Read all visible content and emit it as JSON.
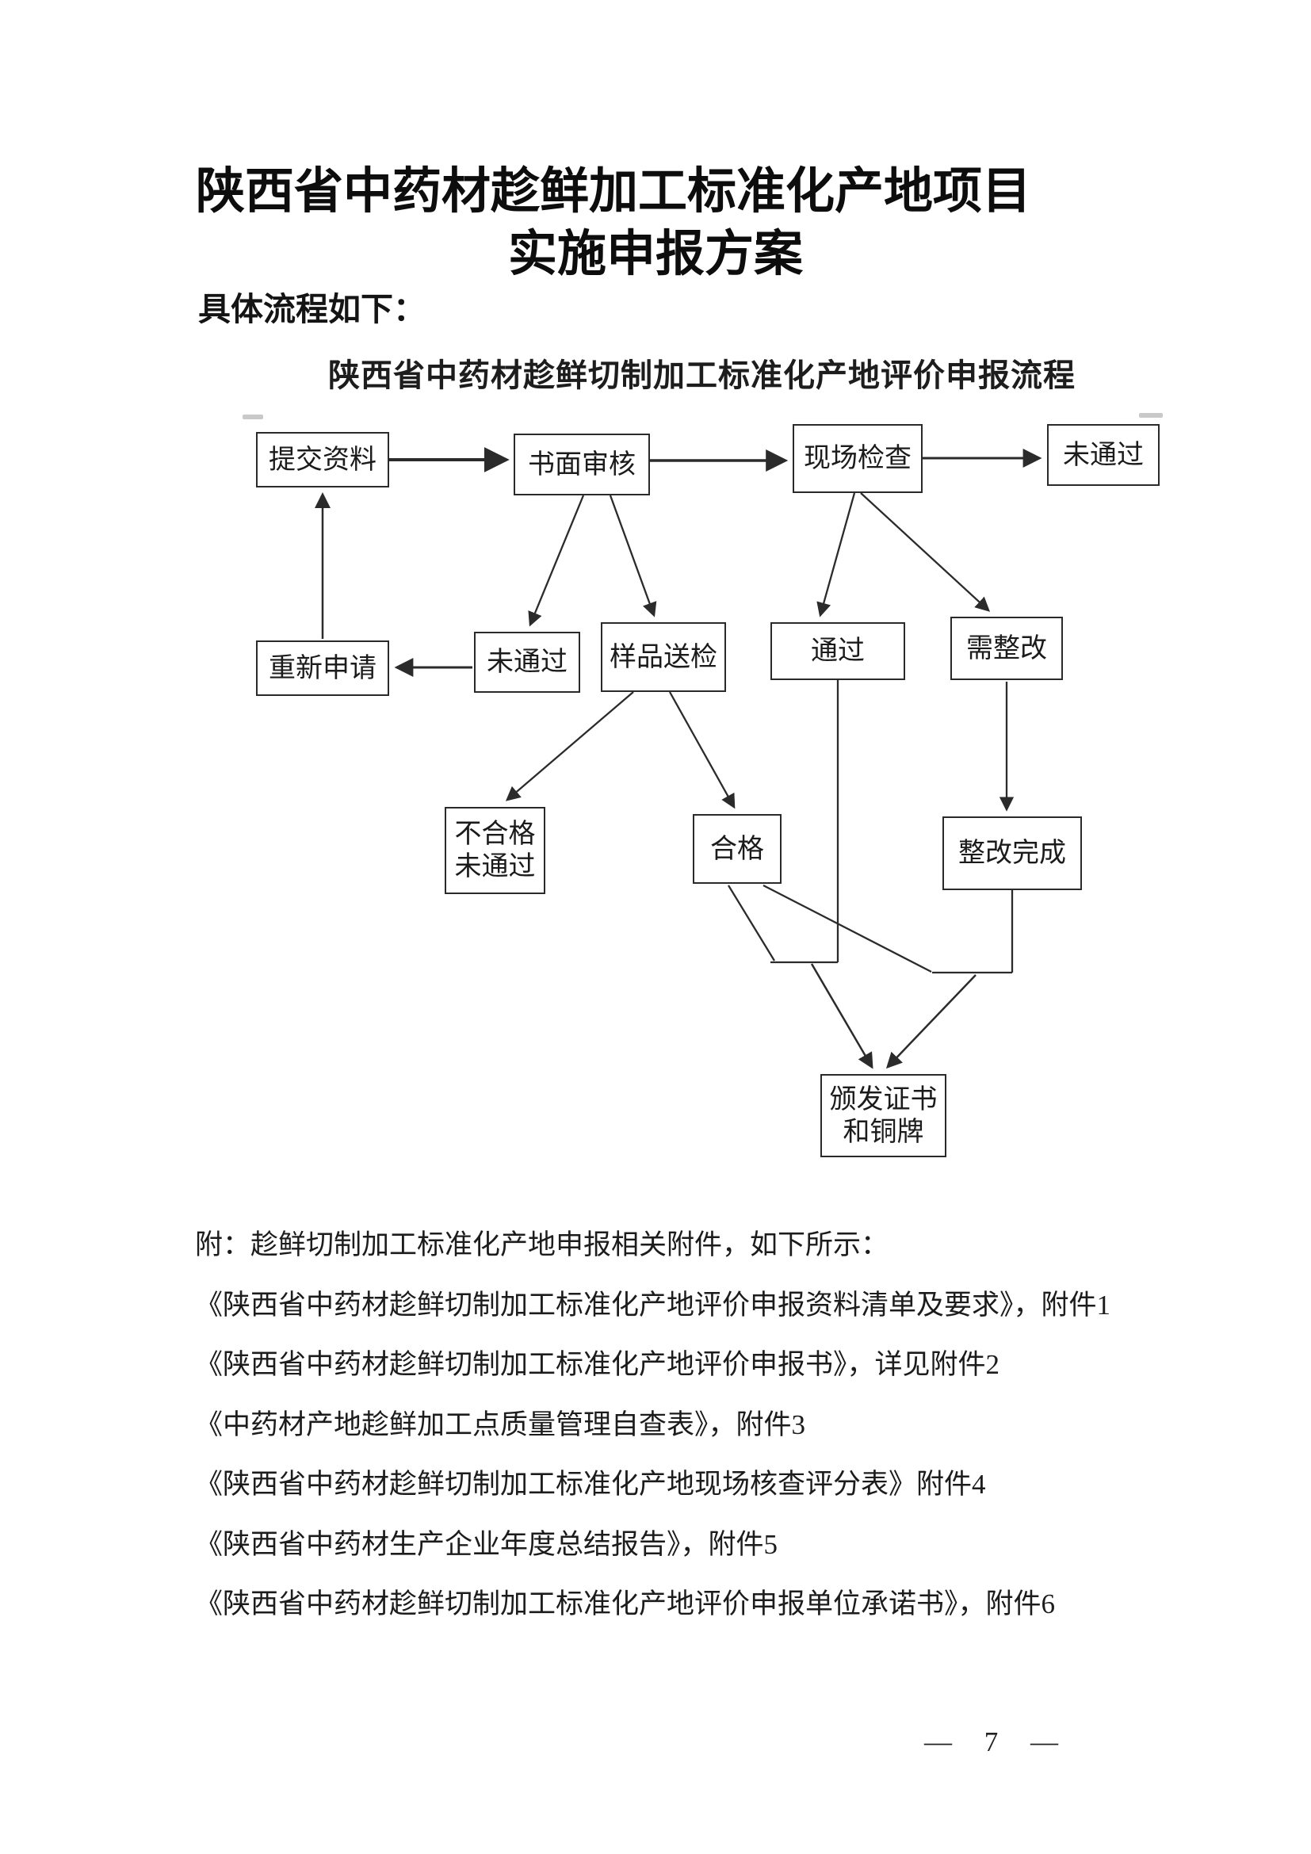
{
  "doc": {
    "title_line1": "陕西省中药材趁鲜加工标准化产地项目",
    "title_line2": "实施申报方案",
    "section_heading": "具体流程如下：",
    "page_number": "— 7 —"
  },
  "flowchart": {
    "title": "陕西省中药材趁鲜切制加工标准化产地评价申报流程",
    "nodes": {
      "submit": "提交资料",
      "written_review": "书面审核",
      "site_inspection": "现场检查",
      "not_passed_final": "未通过",
      "reapply": "重新申请",
      "not_passed_review": "未通过",
      "sample_testing": "样品送检",
      "passed": "通过",
      "needs_rectification": "需整改",
      "unqualified": "不合格\n未通过",
      "qualified": "合格",
      "rectification_complete": "整改完成",
      "issue_certificate": "颁发证书\n和铜牌"
    },
    "edges": [
      {
        "from": "提交资料",
        "to": "书面审核"
      },
      {
        "from": "书面审核",
        "to": "现场检查"
      },
      {
        "from": "现场检查",
        "to": "未通过"
      },
      {
        "from": "书面审核",
        "to": "未通过（书面审核不通过）"
      },
      {
        "from": "书面审核",
        "to": "样品送检"
      },
      {
        "from": "现场检查",
        "to": "通过"
      },
      {
        "from": "现场检查",
        "to": "需整改"
      },
      {
        "from": "未通过（书面审核不通过）",
        "to": "重新申请"
      },
      {
        "from": "重新申请",
        "to": "提交资料"
      },
      {
        "from": "样品送检",
        "to": "不合格未通过"
      },
      {
        "from": "样品送检",
        "to": "合格"
      },
      {
        "from": "需整改",
        "to": "整改完成"
      },
      {
        "from": "通过",
        "to": "颁发证书和铜牌"
      },
      {
        "from": "合格",
        "to": "颁发证书和铜牌"
      },
      {
        "from": "整改完成",
        "to": "颁发证书和铜牌"
      }
    ]
  },
  "attachments": {
    "intro": "附：趁鲜切制加工标准化产地申报相关附件，如下所示：",
    "items": [
      "《陕西省中药材趁鲜切制加工标准化产地评价申报资料清单及要求》，附件1",
      "《陕西省中药材趁鲜切制加工标准化产地评价申报书》，详见附件2",
      "《中药材产地趁鲜加工点质量管理自查表》，附件3",
      "《陕西省中药材趁鲜切制加工标准化产地现场核查评分表》附件4",
      "《陕西省中药材生产企业年度总结报告》，附件5",
      "《陕西省中药材趁鲜切制加工标准化产地评价申报单位承诺书》，附件6"
    ]
  }
}
